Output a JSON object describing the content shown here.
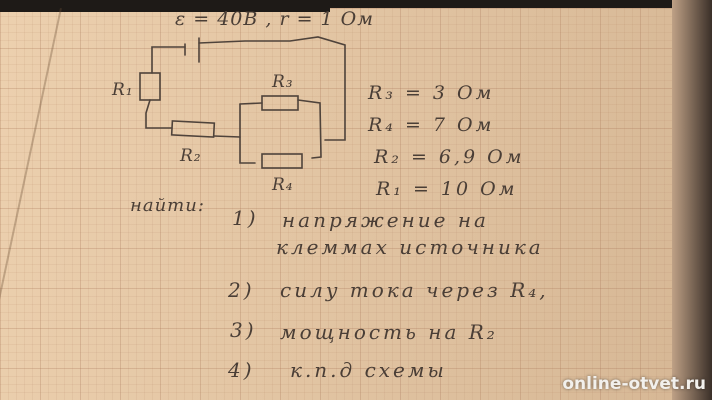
{
  "photo": {
    "description": "Handwritten physics problem on orange graph paper with a circuit diagram",
    "paper_color": "#e6c7a4",
    "ink_color": "#4a3e36"
  },
  "circuit": {
    "source_label": "ε = 40В , r = 1 Ом",
    "resistors": [
      {
        "id": "R1",
        "label": "R₁"
      },
      {
        "id": "R2",
        "label": "R₂"
      },
      {
        "id": "R3",
        "label": "R₃"
      },
      {
        "id": "R4",
        "label": "R₄"
      }
    ]
  },
  "given": [
    {
      "text": "R₃ = 3 Ом"
    },
    {
      "text": "R₄ = 7 Ом"
    },
    {
      "text": "R₂ = 6,9 Ом"
    },
    {
      "text": "R₁ = 10 Ом"
    }
  ],
  "find": {
    "heading": "найти:",
    "tasks": [
      {
        "num": "1)",
        "text": "напряжение на"
      },
      {
        "num": "",
        "text": "клеммах источника"
      },
      {
        "num": "2)",
        "text": "силу тока через R₄,"
      },
      {
        "num": "3)",
        "text": "мощность на R₂"
      },
      {
        "num": "4)",
        "text": "к.п.д схемы"
      }
    ]
  },
  "watermark": "online-otvet.ru"
}
